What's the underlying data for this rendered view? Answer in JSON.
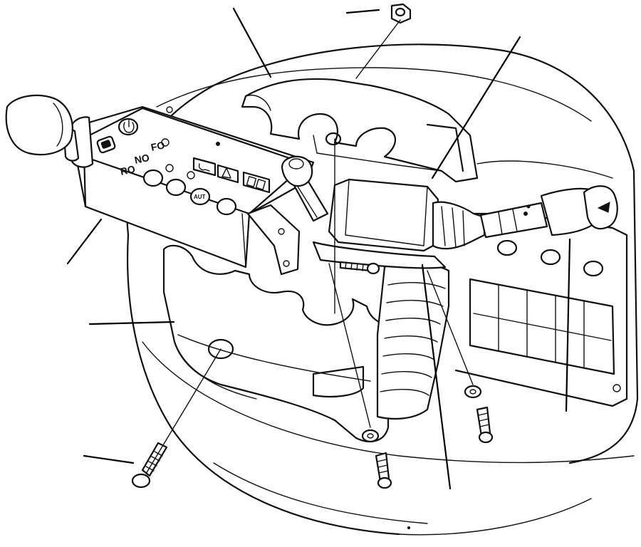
{
  "panel": {
    "label_fo": "FO",
    "label_no": "NO",
    "label_ro": "RO",
    "button_aut": "AUT"
  },
  "colors": {
    "ink": "#111111",
    "paper": "#ffffff"
  },
  "icons": [
    "lamp-icon",
    "warning-triangle-icon",
    "digital-display-icon",
    "power-icon"
  ]
}
